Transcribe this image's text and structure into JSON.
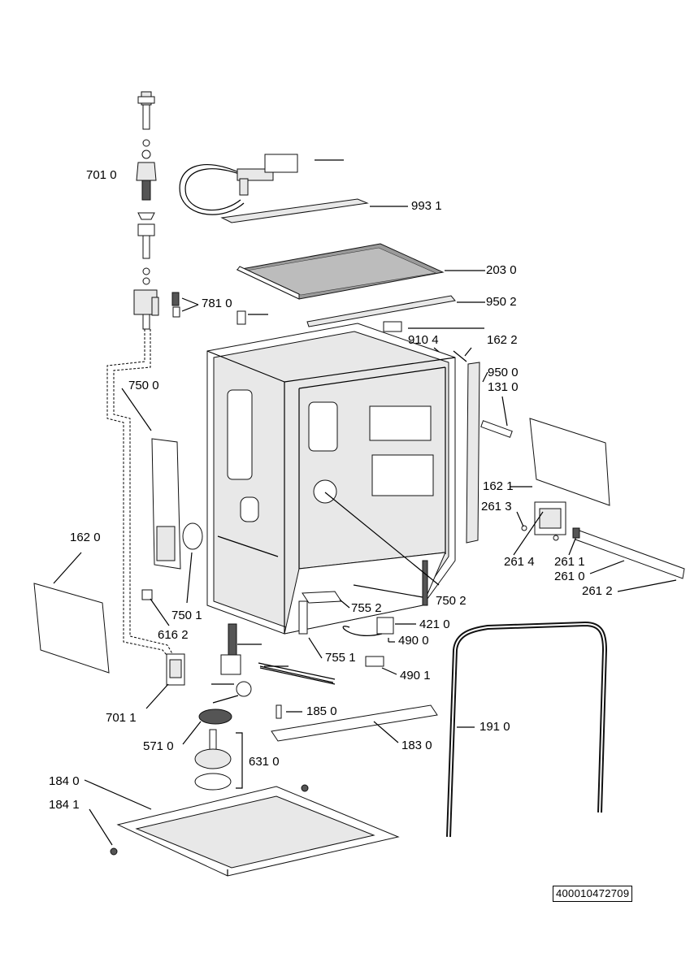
{
  "document_number": "400010472709",
  "callouts": {
    "p7010": "701 0",
    "p9931": "993 1",
    "p2030": "203 0",
    "p7810": "781 0",
    "p9502": "950 2",
    "p9104": "910 4",
    "p1622": "162 2",
    "p9500": "950 0",
    "p1310": "131 0",
    "p7500": "750 0",
    "p1621": "162 1",
    "p2613": "261 3",
    "p1620": "162 0",
    "p2614": "261 4",
    "p2611": "261 1",
    "p2610": "261 0",
    "p2612": "261 2",
    "p7501": "750 1",
    "p7502": "750 2",
    "p7552": "755 2",
    "p6162": "616 2",
    "p4210": "421 0",
    "p4900": "490 0",
    "p7551": "755 1",
    "p4901": "490 1",
    "p7011": "701 1",
    "p1850": "185 0",
    "p1910": "191 0",
    "p5710": "571 0",
    "p1830": "183 0",
    "p6310": "631 0",
    "p1840": "184 0",
    "p1841": "184 1"
  }
}
